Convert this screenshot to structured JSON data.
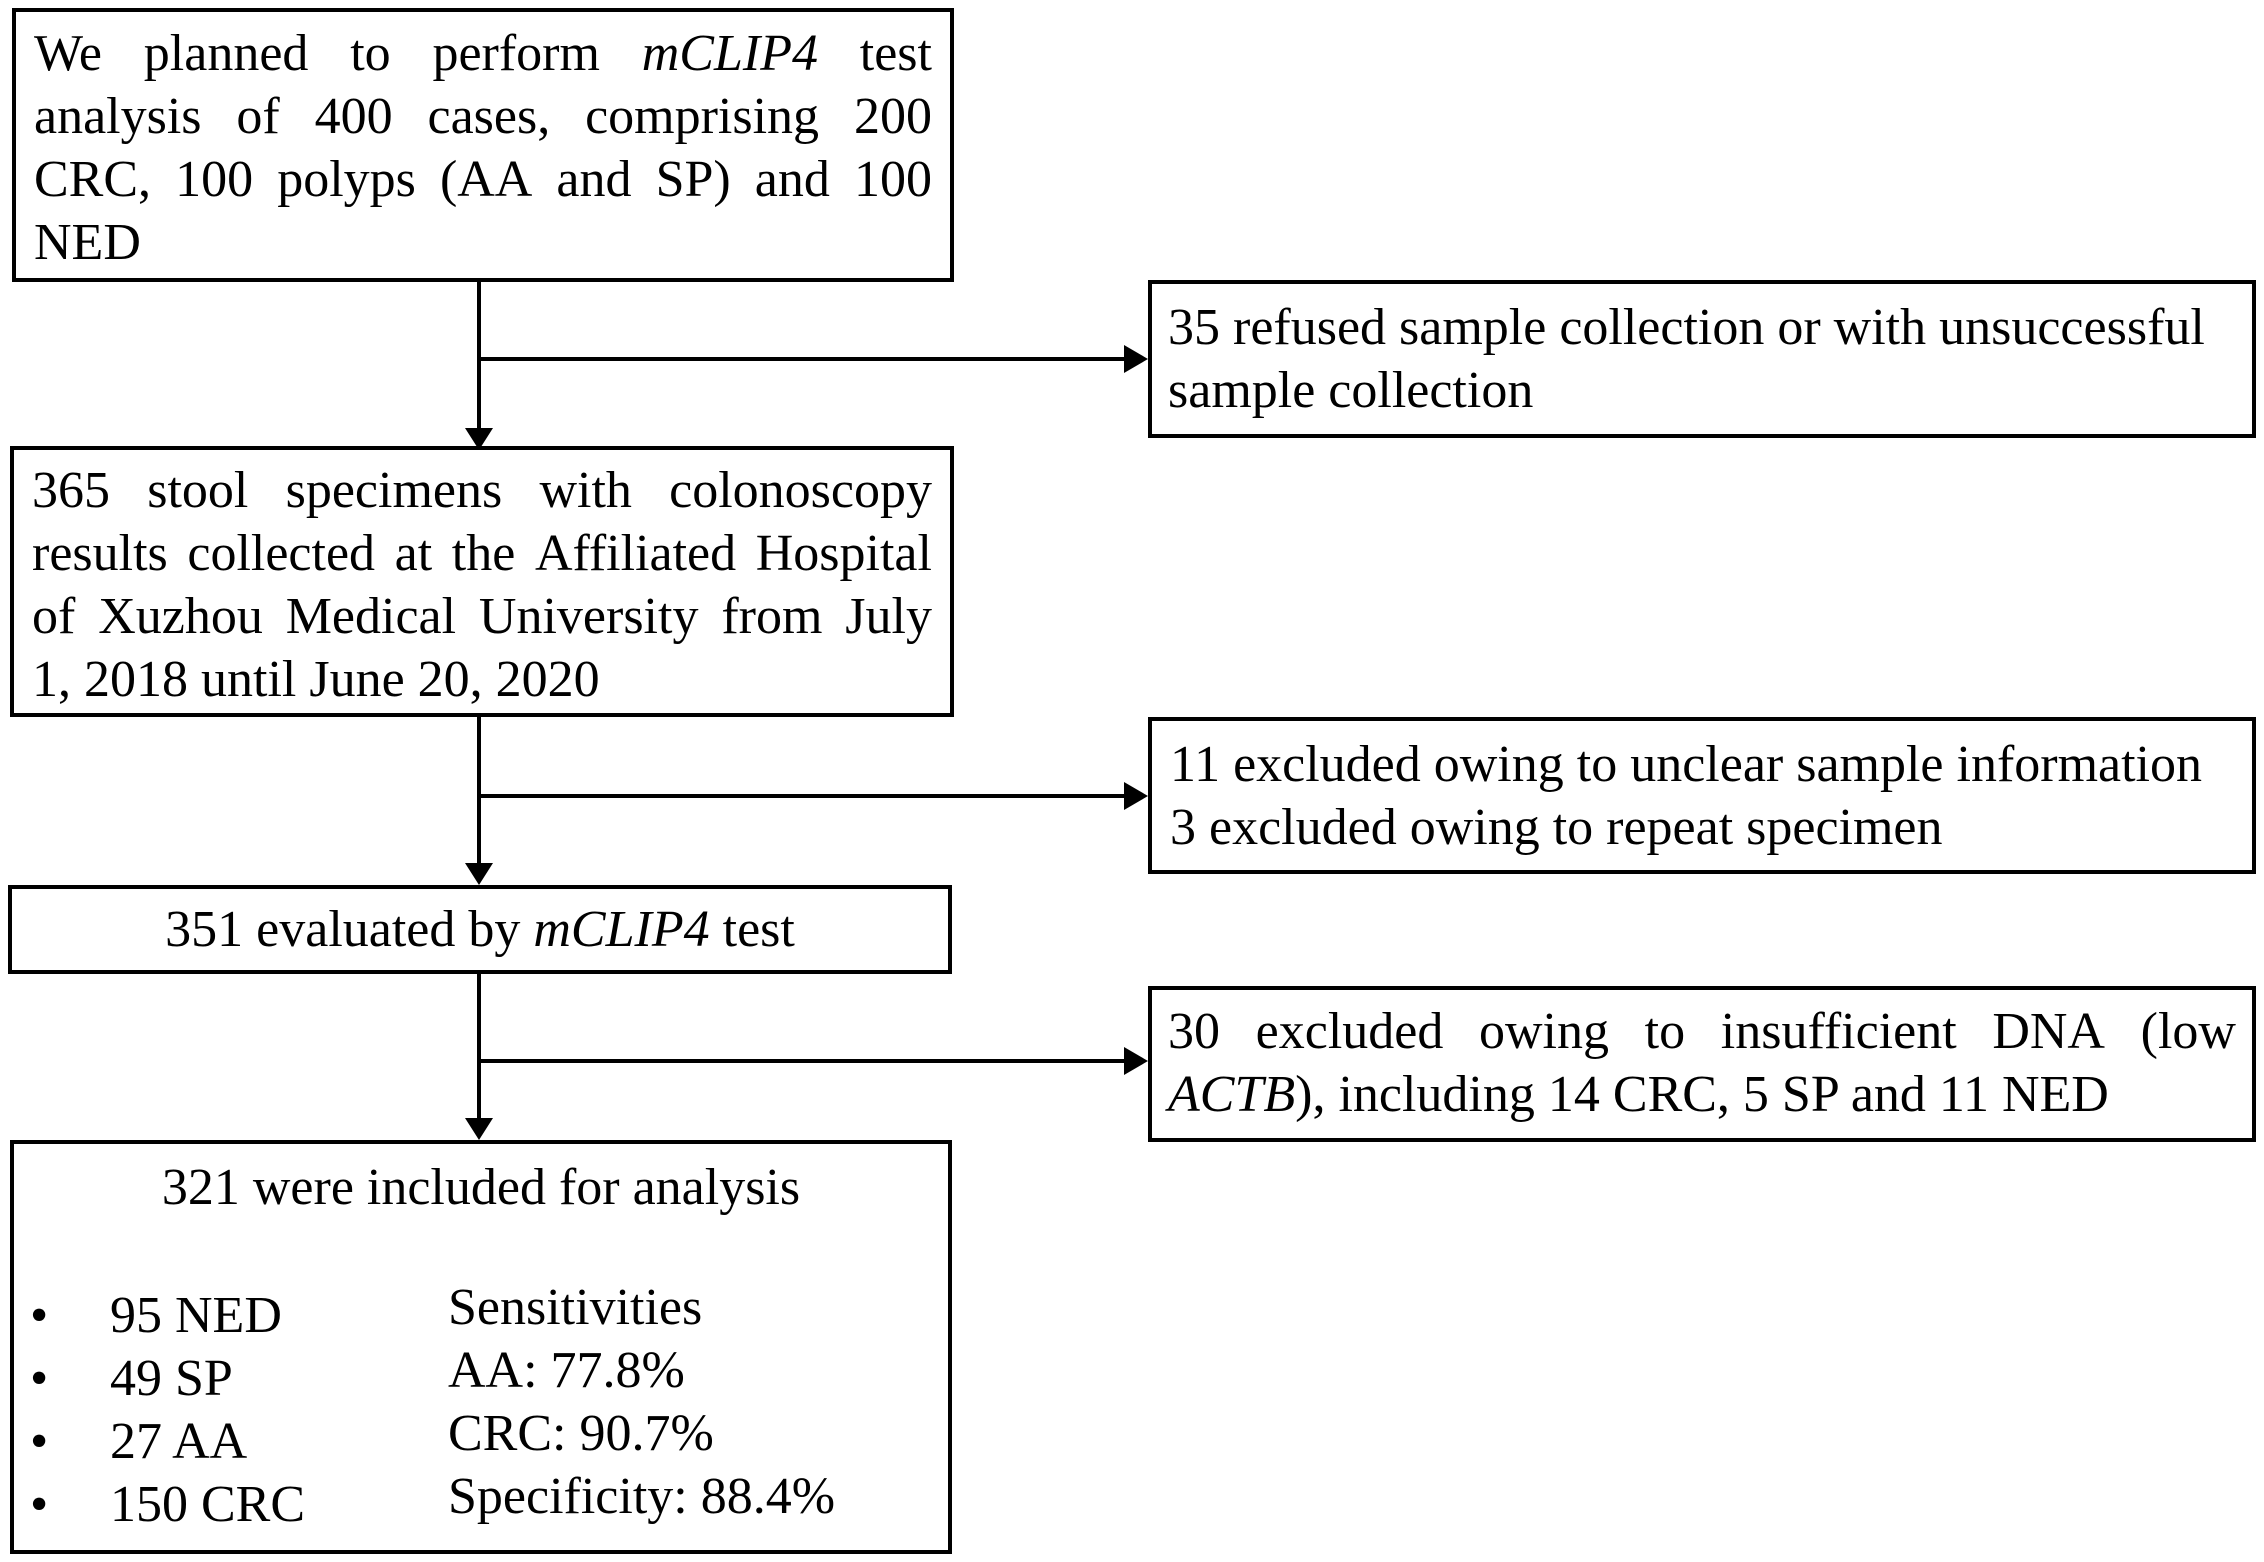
{
  "box1": {
    "lines": [
      [
        "We",
        "planned",
        "to",
        "perform",
        "mCLIP4",
        "test"
      ],
      [
        "analysis",
        "of",
        "400",
        "cases,",
        "comprising",
        "200"
      ],
      [
        "CRC,",
        "100",
        "polyps",
        "(AA",
        "and",
        "SP)",
        "and",
        "100"
      ]
    ],
    "last_line": "NED"
  },
  "side1": {
    "line1": "35 refused sample collection or with unsuccessful",
    "line2": "sample collection"
  },
  "box2": {
    "lines": [
      [
        "365",
        "stool",
        "specimens",
        "with",
        "colonoscopy"
      ],
      [
        "results",
        "collected",
        "at",
        "the",
        "Affiliated",
        "Hospital"
      ],
      [
        "of",
        "Xuzhou",
        "Medical",
        "University",
        "from",
        "July"
      ]
    ],
    "last_line": "1, 2018 until June 20, 2020"
  },
  "side2": {
    "line1": "11 excluded owing to unclear sample information",
    "line2": "3 excluded owing to repeat specimen"
  },
  "box3": {
    "prefix": "351 evaluated by ",
    "italic": "mCLIP4",
    "suffix": " test"
  },
  "side3": {
    "line1": [
      "30",
      "excluded",
      "owing",
      "to",
      "insufficient",
      "DNA",
      "(low"
    ],
    "line2_italic": "ACTB",
    "line2_rest": "), including 14 CRC, 5 SP and 11 NED"
  },
  "box4": {
    "title": "321 were included for analysis",
    "bullet": "•",
    "groups": [
      "95 NED",
      "49 SP",
      "27 AA",
      "150 CRC"
    ],
    "results": [
      "Sensitivities",
      "AA: 77.8%",
      "CRC: 90.7%",
      "Specificity: 88.4%"
    ]
  }
}
